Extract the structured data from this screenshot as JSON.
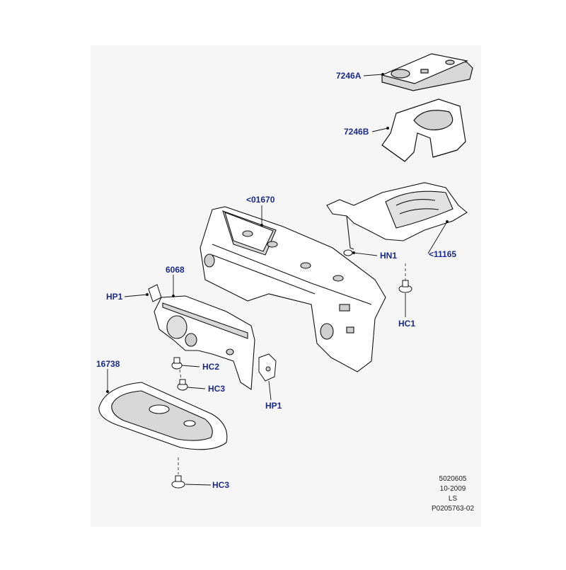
{
  "callouts": {
    "c7246a": "7246A",
    "c7246b": "7246B",
    "c01670": "<01670",
    "c11165": "<11165",
    "hn1": "HN1",
    "hc1": "HC1",
    "c6068": "6068",
    "hp1_left": "HP1",
    "hc2": "HC2",
    "hc3_upper": "HC3",
    "c16738": "16738",
    "hp1_right": "HP1",
    "hc3_lower": "HC3"
  },
  "meta": {
    "line1": "5020605",
    "line2": "10-2009",
    "line3": "LS",
    "line4": "P0205763-02"
  },
  "colors": {
    "background": "#f6f6f6",
    "callout": "#1a2a8a",
    "part_fill": "#ffffff",
    "part_stroke": "#111111",
    "shade": "#cfcfcf"
  }
}
